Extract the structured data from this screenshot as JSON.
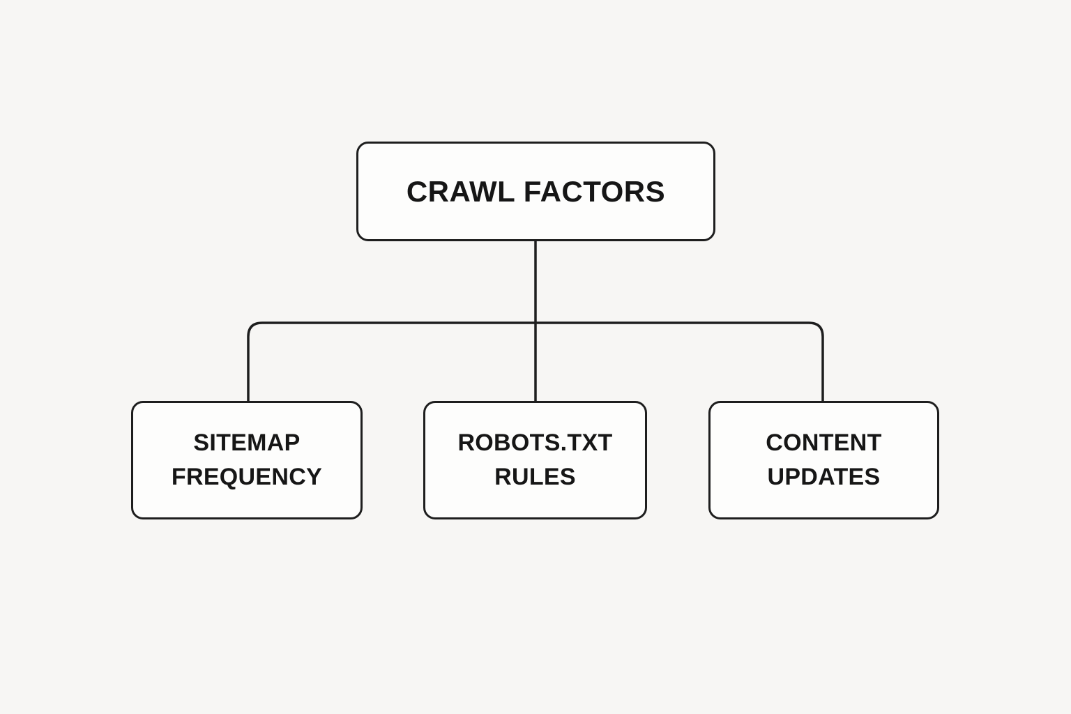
{
  "diagram": {
    "title": "CRAWL FACTORS",
    "root": {
      "label": "CRAWL FACTORS"
    },
    "children": [
      {
        "label": "SITEMAP FREQUENCY"
      },
      {
        "label": "ROBOTS.TXT RULES"
      },
      {
        "label": "CONTENT UPDATES"
      }
    ],
    "colors": {
      "background": "#f7f6f4",
      "box_fill": "#fdfdfc",
      "line": "#1e1e1e",
      "text": "#161616"
    }
  }
}
